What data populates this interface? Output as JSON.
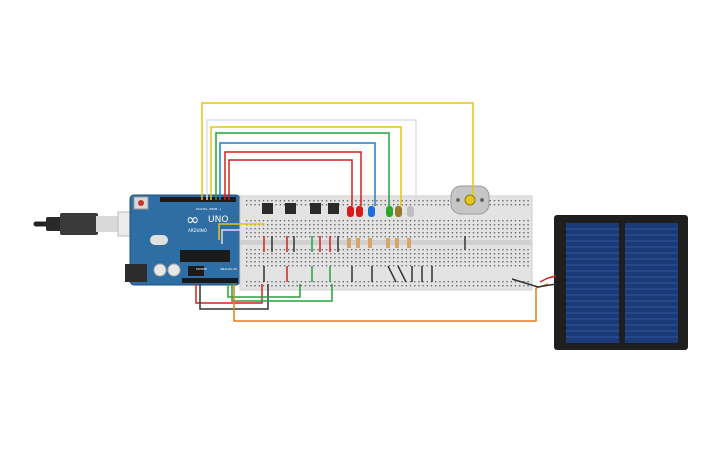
{
  "arduino": {
    "logo": "∞",
    "model": "UNO",
    "brand": "ARDUINO",
    "label_digital": "DIGITAL (PWM~)",
    "label_power": "POWER",
    "label_analog": "ANALOG IN",
    "board_color": "#2f6ea5",
    "usb_cable_icon": "usb-cable-icon"
  },
  "components": {
    "buttons": 4,
    "leds": [
      {
        "color": "#d91a1a"
      },
      {
        "color": "#d91a1a"
      },
      {
        "color": "#1a6fd9"
      },
      {
        "color": "#2ea62e"
      },
      {
        "color": "#9a7a2a"
      },
      {
        "color": "#bfbfbf"
      }
    ],
    "resistors": 6,
    "motor_icon": "dc-motor-icon",
    "solar_panel_icon": "solar-panel-icon"
  },
  "wire_colors": {
    "yellow": "#e6c619",
    "red": "#d32020",
    "green": "#22a33a",
    "blue": "#1d7fd1",
    "white": "#dddddd",
    "orange": "#e07d1a",
    "black": "#333333"
  }
}
